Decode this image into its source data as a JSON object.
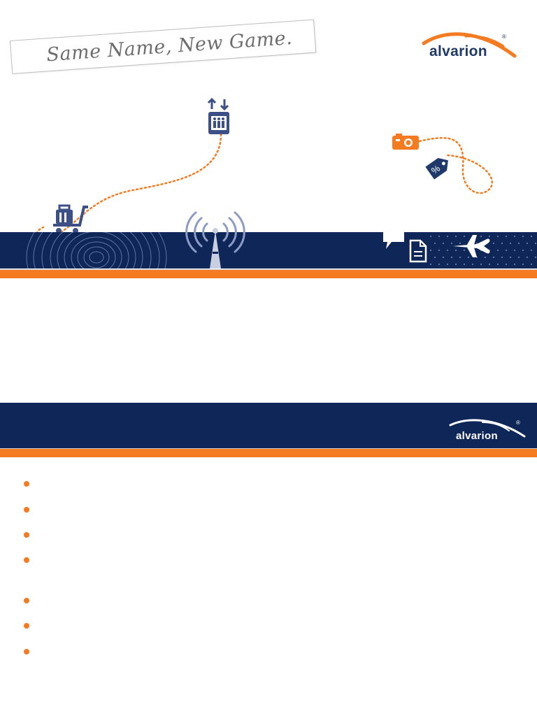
{
  "tagline": "Same Name, New Game.",
  "brand": {
    "name": "alvarion",
    "registered": "®"
  },
  "colors": {
    "navy": "#0f2658",
    "orange": "#f47b20",
    "icon_blue": "#3c4f86",
    "gray_text": "#6d6d6d"
  },
  "icons": {
    "elevator": "elevator-icon",
    "shopping_cart": "shopping-cart-icon",
    "tower": "radio-tower-icon",
    "camera": "camera-icon",
    "price_tag": "discount-tag-icon",
    "chat": "chat-bubble-icon",
    "document": "document-icon",
    "airplane": "airplane-icon",
    "fingerprint": "fingerprint-pattern"
  },
  "bottom_slide": {
    "bullet_count": 7
  }
}
